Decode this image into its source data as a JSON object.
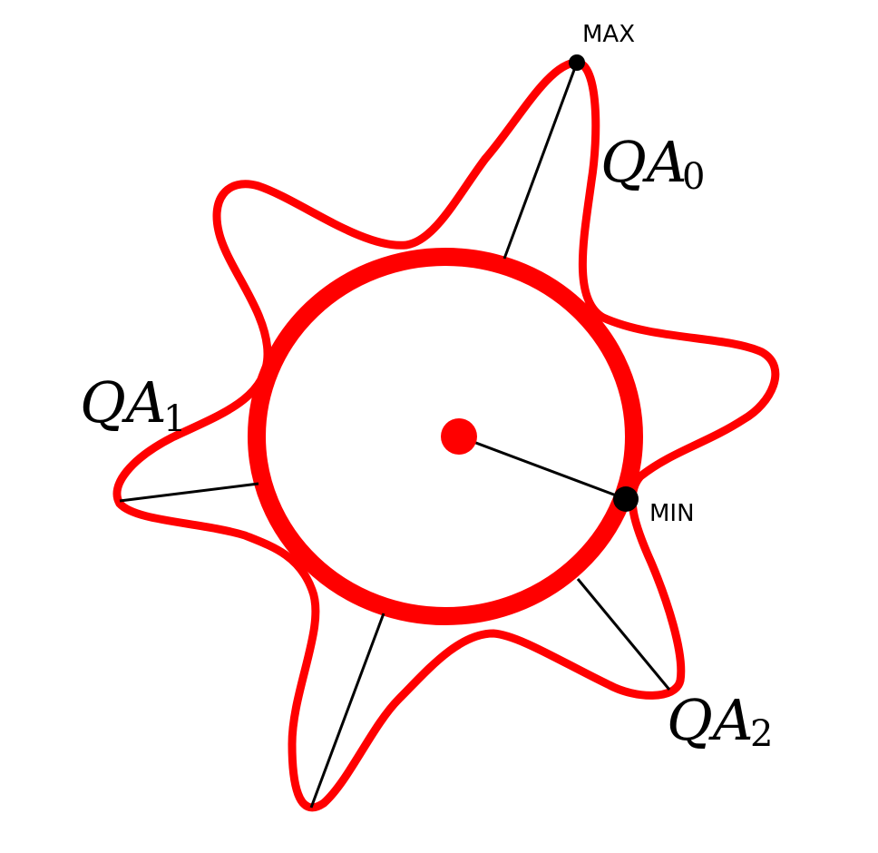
{
  "labels": {
    "max": "MAX",
    "min": "MIN",
    "qa0": {
      "base": "QA",
      "sub": "0"
    },
    "qa1": {
      "base": "QA",
      "sub": "1"
    },
    "qa2": {
      "base": "QA",
      "sub": "2"
    }
  },
  "colors": {
    "curve": "#ff0000",
    "lines": "#000000",
    "points": "#000000",
    "background": "#ffffff"
  }
}
